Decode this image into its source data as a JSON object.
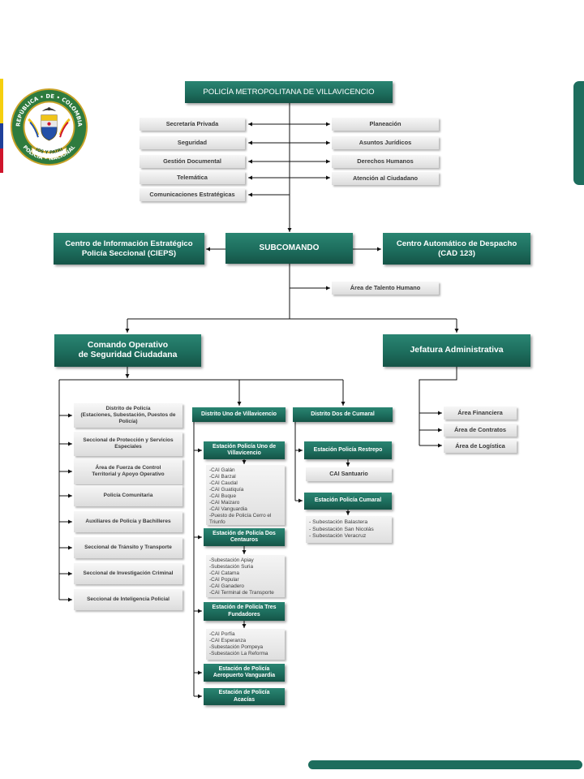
{
  "colors": {
    "primary_green": "#1d6d5d",
    "green_light": "#2a8572",
    "green_dark": "#155447",
    "flag_yellow": "#f5cf0f",
    "flag_blue": "#1f3f9a",
    "flag_red": "#cf142b"
  },
  "logo": {
    "ring_top": "REPÚBLICA • DE • COLOMBIA",
    "ring_bottom": "POLICÍA • NACIONAL",
    "motto": "DIOS Y PATRIA"
  },
  "header": {
    "title": "POLICÍA METROPOLITANA DE VILLAVICENCIO"
  },
  "staff": {
    "left": [
      "Secretaría Privada",
      "Seguridad",
      "Gestión Documental",
      "Telemática",
      "Comunicaciones Estratégicas"
    ],
    "right": [
      "Planeación",
      "Asuntos Jurídicos",
      "Derechos Humanos",
      "Atención al Ciudadano"
    ]
  },
  "subcomando": {
    "label": "SUBCOMANDO"
  },
  "cieps": {
    "label": "Centro de Información Estratégico\nPolicía Seccional (CIEPS)"
  },
  "cad": {
    "label": "Centro Automático de Despacho\n(CAD 123)"
  },
  "talento_humano": "Área de Talento Humano",
  "comando_operativo": {
    "label": "Comando Operativo\nde Seguridad Ciudadana",
    "units": [
      "Distrito de Policía\n(Estaciones, Subestación, Puestos de Policía)",
      "Seccional de Protección y Servicios Especiales",
      "Área de Fuerza de Control\nTerritorial y Apoyo Operativo",
      "Policía Comunitaria",
      "Auxiliares de Policía y Bachilleres",
      "Seccional de Tránsito y Transporte",
      "Seccional de Investigación Criminal",
      "Seccional de Inteligencia Policial"
    ],
    "distrito_uno": {
      "label": "Distrito Uno de Villavicencio",
      "stations": [
        {
          "label": "Estación Policía Uno de\nVillavicencio",
          "units": [
            "-CAI Galán",
            "-CAI Barzal",
            "-CAI Caudal",
            "-CAI Guatiquía",
            "-CAI Buque",
            "-CAI Maizaro",
            "-CAI Vanguardia",
            "-Puesto de Policía Cerro el Triunfo"
          ]
        },
        {
          "label": "Estación de Policía Dos\nCentauros",
          "units": [
            "-Subestación Apiay",
            "-Subestación Suria",
            "-CAI Catama",
            "-CAI Popular",
            "-CAI Ganadero",
            "-CAI Terminal de Transporte"
          ]
        },
        {
          "label": "Estación de Policía Tres\nFundadores",
          "units": [
            "-CAI Porfía",
            "-CAI Esperanza",
            "-Subestación Pompeya",
            "-Subestación La Reforma"
          ]
        },
        {
          "label": "Estación de Policía\nAeropuerto Vanguardia",
          "units": []
        },
        {
          "label": "Estación de Policía\nAcacías",
          "units": []
        }
      ]
    },
    "distrito_dos": {
      "label": "Distrito Dos de Cumaral",
      "stations": [
        {
          "label": "Estación Policía Restrepo",
          "units": [
            "CAI Santuario"
          ]
        },
        {
          "label": "Estación Policía Cumaral",
          "units": [
            "- Subestación Balastera",
            "- Subestación San Nicolás",
            "- Subestación Veracruz"
          ]
        }
      ]
    }
  },
  "jefatura": {
    "label": "Jefatura Administrativa",
    "units": [
      "Área Financiera",
      "Área de Contratos",
      "Área de Logística"
    ]
  }
}
